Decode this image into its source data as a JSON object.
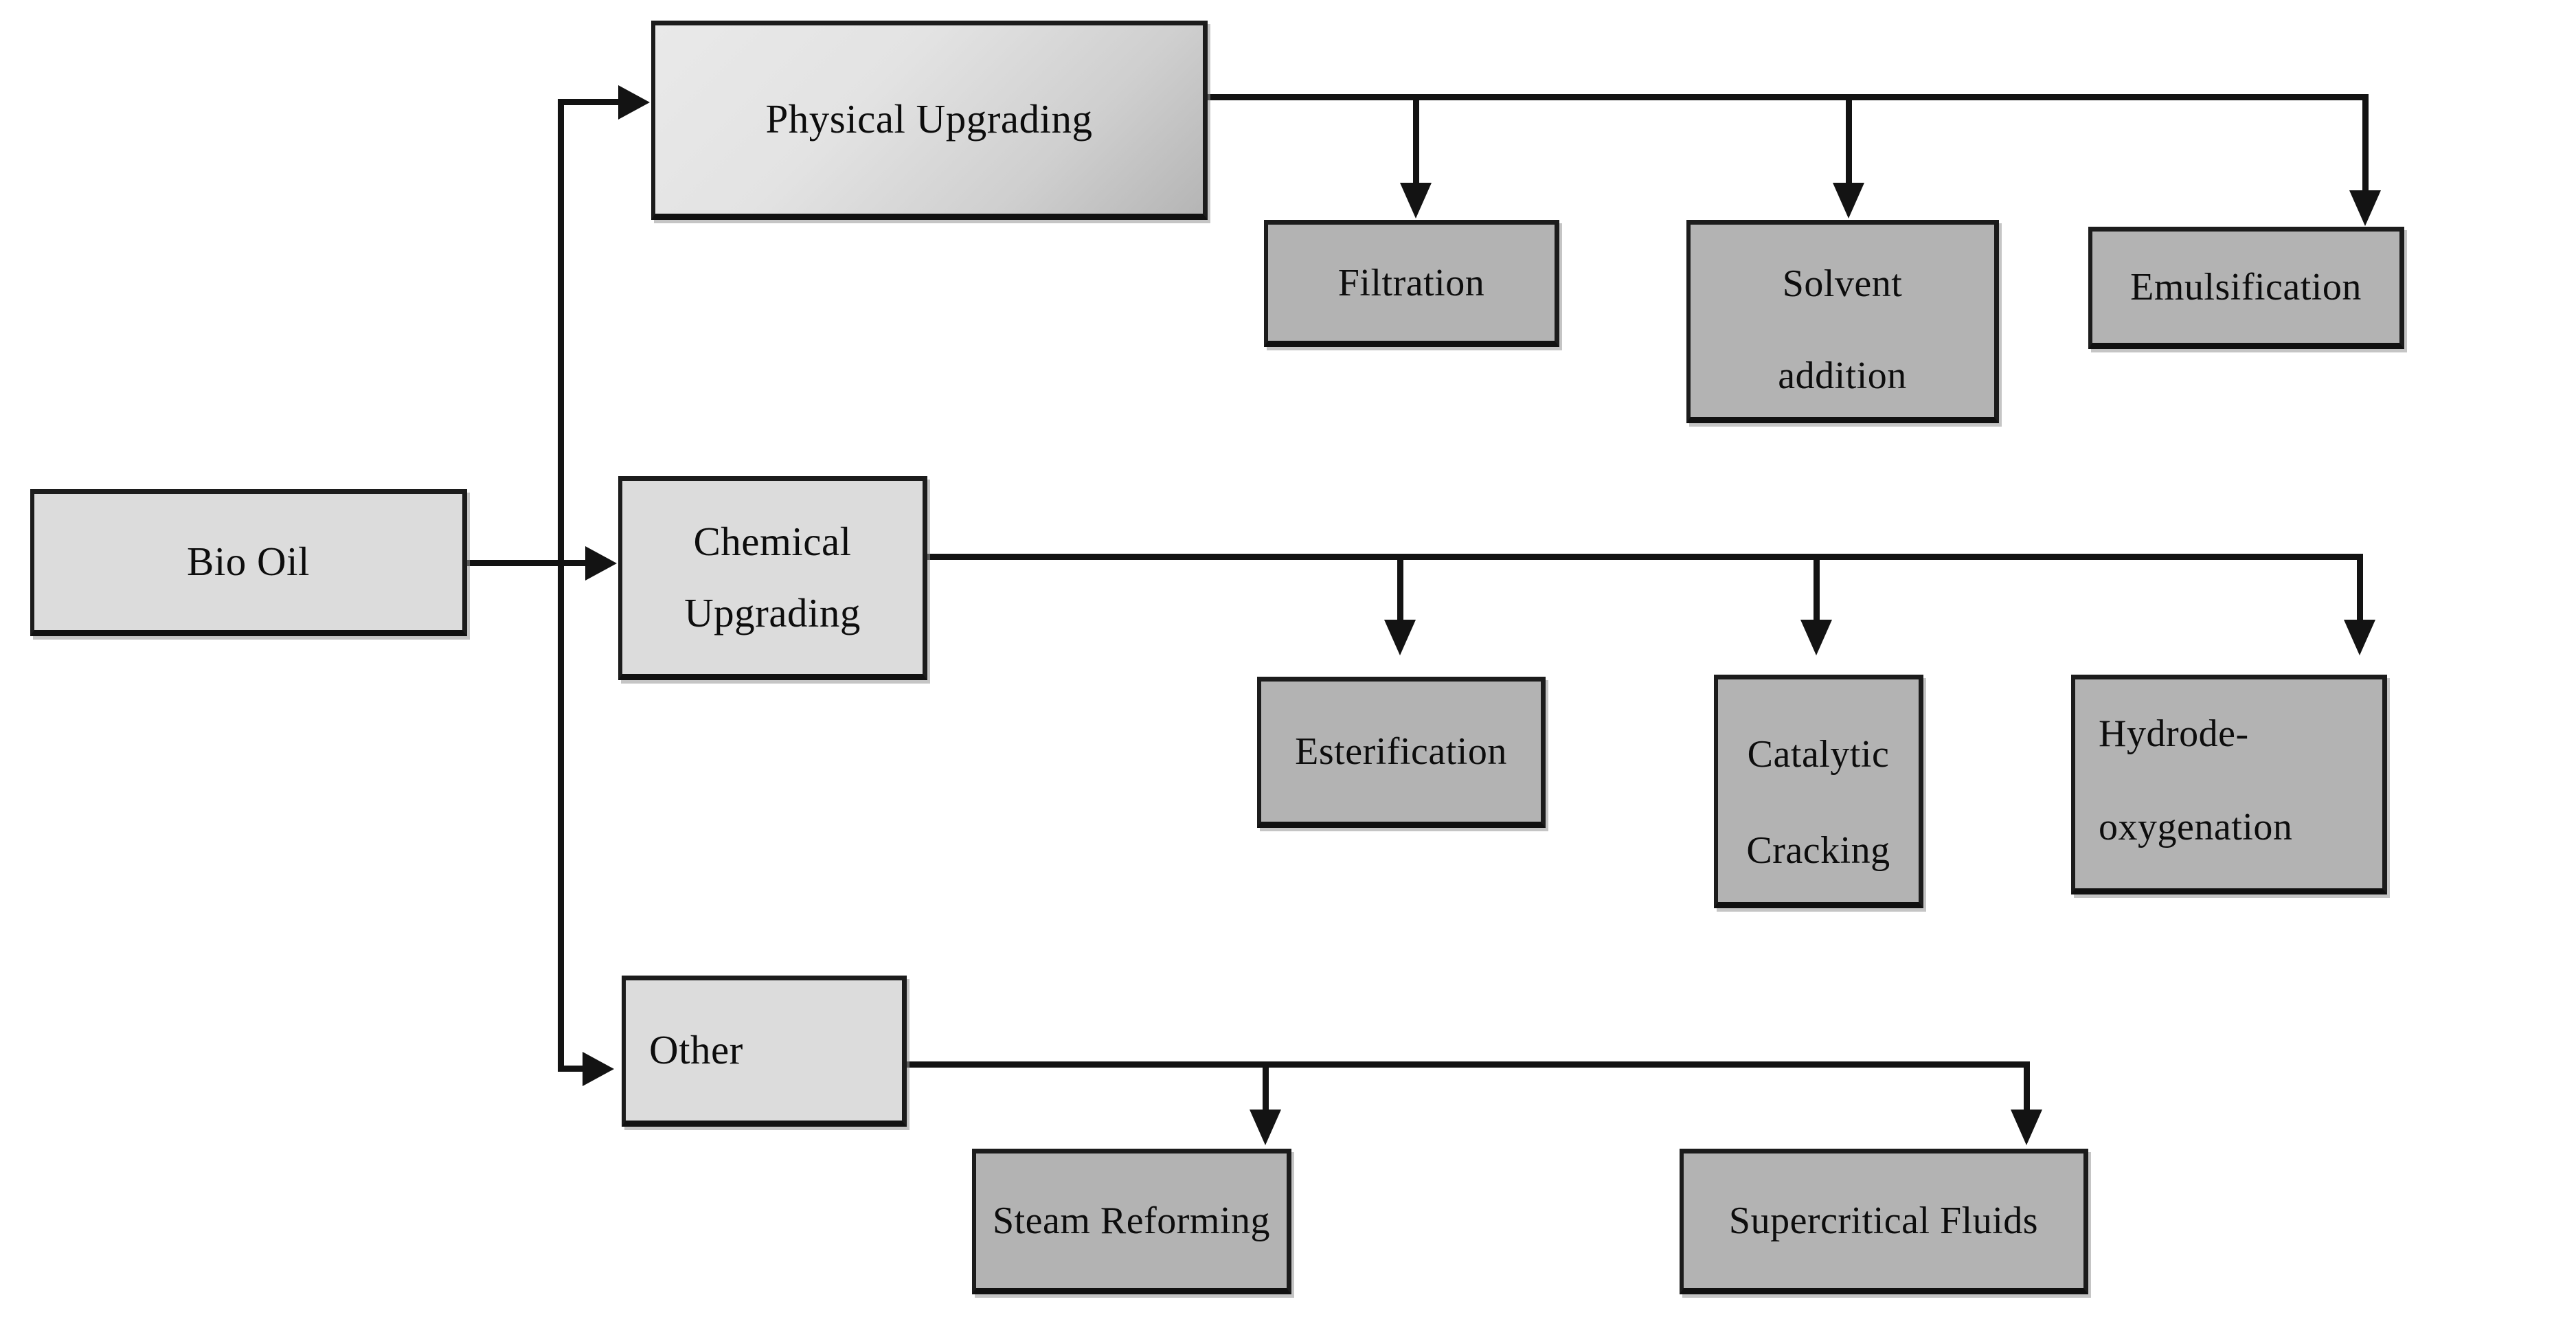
{
  "diagram": {
    "type": "flowchart",
    "title": "Bio Oil upgrading routes",
    "orientation": "left-to-right tree",
    "colors": {
      "node_primary_fill": "#dcdcdc",
      "node_secondary_fill": "#b3b3b3",
      "node_border": "#1c1c1c",
      "connector": "#131313",
      "canvas_background": "#ffffff",
      "text": "#0d0d0d"
    },
    "root": {
      "id": "bio-oil",
      "label": "Bio Oil"
    },
    "branches": [
      {
        "id": "physical-upgrading",
        "label": "Physical Upgrading",
        "children": [
          {
            "id": "filtration",
            "label": "Filtration"
          },
          {
            "id": "solvent-addition",
            "label": "Solvent addition",
            "line1": "Solvent",
            "line2": "addition",
            "clipped": true
          },
          {
            "id": "emulsification",
            "label": "Emulsification"
          }
        ]
      },
      {
        "id": "chemical-upgrading",
        "label": "Chemical Upgrading",
        "children": [
          {
            "id": "esterification",
            "label": "Esterification"
          },
          {
            "id": "catalytic-cracking",
            "label": "Catalytic Cracking",
            "line1": "Catalytic",
            "line2": "Cracking"
          },
          {
            "id": "hydrodeoxygenation",
            "label": "Hydrodeoxygenation",
            "line1": "Hydrode-",
            "line2": "oxygenation"
          }
        ]
      },
      {
        "id": "other",
        "label": "Other",
        "children": [
          {
            "id": "steam-reforming",
            "label": "Steam Reforming"
          },
          {
            "id": "supercritical-fluids",
            "label": "Supercritical Fluids"
          }
        ]
      }
    ]
  }
}
